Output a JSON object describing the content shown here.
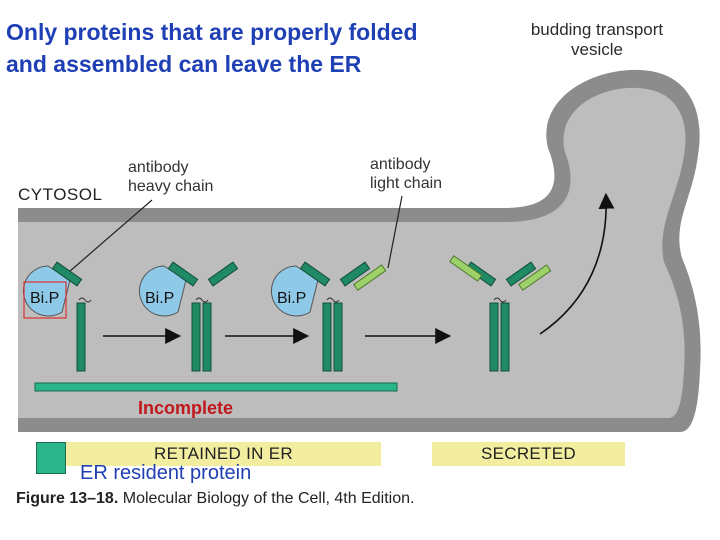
{
  "title": "Only proteins that are properly folded\nand assembled can leave the ER",
  "labels": {
    "vesicle": "budding transport\nvesicle",
    "cytosol": "CYTOSOL",
    "heavy_chain": "antibody\nheavy chain",
    "light_chain": "antibody\nlight chain",
    "bip": [
      "Bi.P",
      "Bi.P",
      "Bi.P"
    ],
    "incomplete": "Incomplete",
    "retained": "RETAINED IN ER",
    "secreted": "SECRETED",
    "er_resident": "ER resident protein"
  },
  "caption": {
    "figure": "Figure 13–18.",
    "text": "Molecular Biology of the Cell, 4th Edition."
  },
  "colors": {
    "title": "#1f3fb5",
    "er_lumen": "#bdbdbd",
    "membrane": "#8c8c8c",
    "heavy_chain": "#1f8a63",
    "light_chain_incomplete": "#1f8a63",
    "light_chain_complete": "#9fd16a",
    "bip": "#8fc9e8",
    "band": "#f3eda0",
    "incomplete": "#c0171b",
    "legend_box": "#2bb58a"
  }
}
